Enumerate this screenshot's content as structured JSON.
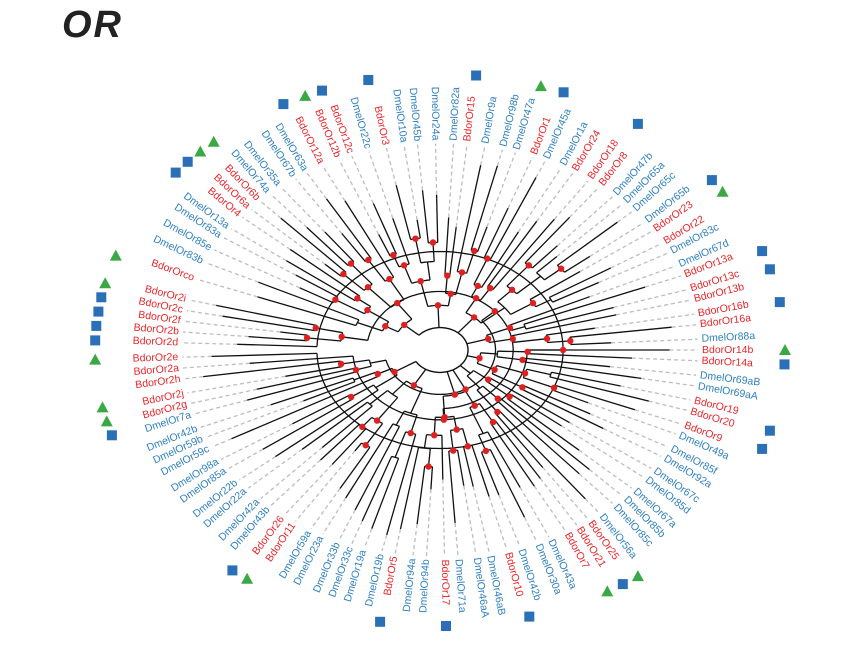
{
  "title": "OR",
  "colors": {
    "bdor": "#e8262a",
    "dmel": "#2f80c0",
    "branch": "#111111",
    "guide": "#bdbdbd",
    "node": "#e02020",
    "square": "#2b6fb6",
    "triangle": "#3aa845"
  },
  "leaves": [
    {
      "id": "BdorOrco",
      "label": "BdorOrco",
      "species": "bdor",
      "angle": 160,
      "marker": "triangle"
    },
    {
      "id": "DmelOr83b",
      "label": "DmelOr83b",
      "species": "dmel",
      "angle": 155,
      "marker": ""
    },
    {
      "id": "DmelOr85e",
      "label": "DmelOr85e",
      "species": "dmel",
      "angle": 151,
      "marker": ""
    },
    {
      "id": "DmelOr83a",
      "label": "DmelOr83a",
      "species": "dmel",
      "angle": 147,
      "marker": ""
    },
    {
      "id": "DmelOr13a",
      "label": "DmelOr13a",
      "species": "dmel",
      "angle": 144,
      "marker": ""
    },
    {
      "id": "BdorOr4",
      "label": "BdorOr4",
      "species": "bdor",
      "angle": 140,
      "marker": "square"
    },
    {
      "id": "BdorOr6a",
      "label": "BdorOr6a",
      "species": "bdor",
      "angle": 137,
      "marker": "square"
    },
    {
      "id": "BdorOr6b",
      "label": "BdorOr6b",
      "species": "bdor",
      "angle": 134,
      "marker": "triangle"
    },
    {
      "id": "DmelOr74a",
      "label": "DmelOr74a",
      "species": "dmel",
      "angle": 131,
      "marker": "triangle"
    },
    {
      "id": "DmelOr35a",
      "label": "DmelOr35a",
      "species": "dmel",
      "angle": 128,
      "marker": ""
    },
    {
      "id": "DmelOr67b",
      "label": "DmelOr67b",
      "species": "dmel",
      "angle": 124,
      "marker": ""
    },
    {
      "id": "DmelOr63a",
      "label": "DmelOr63a",
      "species": "dmel",
      "angle": 121,
      "marker": ""
    },
    {
      "id": "BdorOr12a",
      "label": "BdorOr12a",
      "species": "bdor",
      "angle": 117,
      "marker": "square"
    },
    {
      "id": "BdorOr12b",
      "label": "BdorOr12b",
      "species": "bdor",
      "angle": 113,
      "marker": "triangle"
    },
    {
      "id": "BdorOr12c",
      "label": "BdorOr12c",
      "species": "bdor",
      "angle": 110,
      "marker": "square"
    },
    {
      "id": "DmelOr22c",
      "label": "DmelOr22c",
      "species": "dmel",
      "angle": 106,
      "marker": ""
    },
    {
      "id": "BdorOr3",
      "label": "BdorOr3",
      "species": "bdor",
      "angle": 102,
      "marker": "square"
    },
    {
      "id": "DmelOr10a",
      "label": "DmelOr10a",
      "species": "dmel",
      "angle": 98,
      "marker": ""
    },
    {
      "id": "DmelOr45b",
      "label": "DmelOr45b",
      "species": "dmel",
      "angle": 95,
      "marker": ""
    },
    {
      "id": "DmelOr24a",
      "label": "DmelOr24a",
      "species": "dmel",
      "angle": 91,
      "marker": ""
    },
    {
      "id": "DmelOr82a",
      "label": "DmelOr82a",
      "species": "dmel",
      "angle": 87,
      "marker": ""
    },
    {
      "id": "BdorOr15",
      "label": "BdorOr15",
      "species": "bdor",
      "angle": 84,
      "marker": "square"
    },
    {
      "id": "DmelOr9a",
      "label": "DmelOr9a",
      "species": "dmel",
      "angle": 80,
      "marker": ""
    },
    {
      "id": "DmelOr98b",
      "label": "DmelOr98b",
      "species": "dmel",
      "angle": 76,
      "marker": ""
    },
    {
      "id": "DmelOr47a",
      "label": "DmelOr47a",
      "species": "dmel",
      "angle": 73,
      "marker": "triangle"
    },
    {
      "id": "BdorOr1",
      "label": "BdorOr1",
      "species": "bdor",
      "angle": 69,
      "marker": "square"
    },
    {
      "id": "DmelOr45a",
      "label": "DmelOr45a",
      "species": "dmel",
      "angle": 66,
      "marker": ""
    },
    {
      "id": "DmelOr1a",
      "label": "DmelOr1a",
      "species": "dmel",
      "angle": 62,
      "marker": ""
    },
    {
      "id": "BdorOr24",
      "label": "BdorOr24",
      "species": "bdor",
      "angle": 59,
      "marker": ""
    },
    {
      "id": "BdorOr18",
      "label": "BdorOr18",
      "species": "bdor",
      "angle": 55,
      "marker": "square"
    },
    {
      "id": "BdorOr8",
      "label": "BdorOr8",
      "species": "bdor",
      "angle": 52,
      "marker": ""
    },
    {
      "id": "DmelOr47b",
      "label": "DmelOr47b",
      "species": "dmel",
      "angle": 48,
      "marker": ""
    },
    {
      "id": "DmelOr65a",
      "label": "DmelOr65a",
      "species": "dmel",
      "angle": 45,
      "marker": ""
    },
    {
      "id": "DmelOr65c",
      "label": "DmelOr65c",
      "species": "dmel",
      "angle": 42,
      "marker": ""
    },
    {
      "id": "DmelOr65b",
      "label": "DmelOr65b",
      "species": "dmel",
      "angle": 38,
      "marker": "square"
    },
    {
      "id": "BdorOr23",
      "label": "BdorOr23",
      "species": "bdor",
      "angle": 35,
      "marker": "triangle"
    },
    {
      "id": "BdorOr22",
      "label": "BdorOr22",
      "species": "bdor",
      "angle": 31,
      "marker": ""
    },
    {
      "id": "DmelOr83c",
      "label": "DmelOr83c",
      "species": "dmel",
      "angle": 28,
      "marker": ""
    },
    {
      "id": "DmelOr67d",
      "label": "DmelOr67d",
      "species": "dmel",
      "angle": 24,
      "marker": ""
    },
    {
      "id": "BdorOr13a",
      "label": "BdorOr13a",
      "species": "bdor",
      "angle": 21,
      "marker": "square"
    },
    {
      "id": "BdorOr13c",
      "label": "BdorOr13c",
      "species": "bdor",
      "angle": 17,
      "marker": "square"
    },
    {
      "id": "BdorOr13b",
      "label": "BdorOr13b",
      "species": "bdor",
      "angle": 14,
      "marker": ""
    },
    {
      "id": "BdorOr16b",
      "label": "BdorOr16b",
      "species": "bdor",
      "angle": 10,
      "marker": "square"
    },
    {
      "id": "BdorOr16a",
      "label": "BdorOr16a",
      "species": "bdor",
      "angle": 7,
      "marker": ""
    },
    {
      "id": "DmelOr88a",
      "label": "DmelOr88a",
      "species": "dmel",
      "angle": 3,
      "marker": ""
    },
    {
      "id": "BdorOr14b",
      "label": "BdorOr14b",
      "species": "bdor",
      "angle": 0,
      "marker": "triangle"
    },
    {
      "id": "BdorOr14a",
      "label": "BdorOr14a",
      "species": "bdor",
      "angle": -3,
      "marker": "square"
    },
    {
      "id": "DmelOr69aB",
      "label": "DmelOr69aB",
      "species": "dmel",
      "angle": -7,
      "marker": ""
    },
    {
      "id": "DmelOr69aA",
      "label": "DmelOr69aA",
      "species": "dmel",
      "angle": -10,
      "marker": ""
    },
    {
      "id": "BdorOr19",
      "label": "BdorOr19",
      "species": "bdor",
      "angle": -14,
      "marker": ""
    },
    {
      "id": "BdorOr20",
      "label": "BdorOr20",
      "species": "bdor",
      "angle": -17,
      "marker": "square"
    },
    {
      "id": "BdorOr9",
      "label": "BdorOr9",
      "species": "bdor",
      "angle": -21,
      "marker": "square"
    },
    {
      "id": "DmelOr49a",
      "label": "DmelOr49a",
      "species": "dmel",
      "angle": -24,
      "marker": ""
    },
    {
      "id": "DmelOr85f",
      "label": "DmelOr85f",
      "species": "dmel",
      "angle": -28,
      "marker": ""
    },
    {
      "id": "DmelOr92a",
      "label": "DmelOr92a",
      "species": "dmel",
      "angle": -31,
      "marker": ""
    },
    {
      "id": "DmelOr67c",
      "label": "DmelOr67c",
      "species": "dmel",
      "angle": -35,
      "marker": ""
    },
    {
      "id": "DmelOr85d",
      "label": "DmelOr85d",
      "species": "dmel",
      "angle": -38,
      "marker": ""
    },
    {
      "id": "DmelOr67a",
      "label": "DmelOr67a",
      "species": "dmel",
      "angle": -42,
      "marker": ""
    },
    {
      "id": "DmelOr85b",
      "label": "DmelOr85b",
      "species": "dmel",
      "angle": -45,
      "marker": ""
    },
    {
      "id": "DmelOr85c",
      "label": "DmelOr85c",
      "species": "dmel",
      "angle": -48,
      "marker": ""
    },
    {
      "id": "DmelOr56a",
      "label": "DmelOr56a",
      "species": "dmel",
      "angle": -52,
      "marker": ""
    },
    {
      "id": "BdorOr25",
      "label": "BdorOr25",
      "species": "bdor",
      "angle": -55,
      "marker": "triangle"
    },
    {
      "id": "BdorOr21",
      "label": "BdorOr21",
      "species": "bdor",
      "angle": -58,
      "marker": "square"
    },
    {
      "id": "BdorOr7",
      "label": "BdorOr7",
      "species": "bdor",
      "angle": -61,
      "marker": "triangle"
    },
    {
      "id": "DmelOr43a",
      "label": "DmelOr43a",
      "species": "dmel",
      "angle": -65,
      "marker": ""
    },
    {
      "id": "DmelOr30a",
      "label": "DmelOr30a",
      "species": "dmel",
      "angle": -68,
      "marker": ""
    },
    {
      "id": "DmelOr42b",
      "label": "DmelOr42b",
      "species": "dmel",
      "angle": -72,
      "marker": ""
    },
    {
      "id": "BdorOr10",
      "label": "BdorOr10",
      "species": "bdor",
      "angle": -75,
      "marker": "square"
    },
    {
      "id": "DmelOr46aB",
      "label": "DmelOr46aB",
      "species": "dmel",
      "angle": -79,
      "marker": ""
    },
    {
      "id": "DmelOr46aA",
      "label": "DmelOr46aA",
      "species": "dmel",
      "angle": -82,
      "marker": ""
    },
    {
      "id": "DmelOr71a",
      "label": "DmelOr71a",
      "species": "dmel",
      "angle": -86,
      "marker": ""
    },
    {
      "id": "BdorOr17",
      "label": "BdorOr17",
      "species": "bdor",
      "angle": -89,
      "marker": "square"
    },
    {
      "id": "DmelOr94b",
      "label": "DmelOr94b",
      "species": "dmel",
      "angle": -93,
      "marker": ""
    },
    {
      "id": "DmelOr94a",
      "label": "DmelOr94a",
      "species": "dmel",
      "angle": -96,
      "marker": ""
    },
    {
      "id": "BdorOr5",
      "label": "BdorOr5",
      "species": "bdor",
      "angle": -100,
      "marker": "square"
    },
    {
      "id": "DmelOr19b",
      "label": "DmelOr19b",
      "species": "dmel",
      "angle": -103,
      "marker": ""
    },
    {
      "id": "DmelOr19a",
      "label": "DmelOr19a",
      "species": "dmel",
      "angle": -107,
      "marker": ""
    },
    {
      "id": "DmelOr33c",
      "label": "DmelOr33c",
      "species": "dmel",
      "angle": -110,
      "marker": ""
    },
    {
      "id": "DmelOr33b",
      "label": "DmelOr33b",
      "species": "dmel",
      "angle": -113,
      "marker": ""
    },
    {
      "id": "DmelOr23a",
      "label": "DmelOr23a",
      "species": "dmel",
      "angle": -117,
      "marker": ""
    },
    {
      "id": "DmelOr59a",
      "label": "DmelOr59a",
      "species": "dmel",
      "angle": -120,
      "marker": ""
    },
    {
      "id": "BdorOr11",
      "label": "BdorOr11",
      "species": "bdor",
      "angle": -124,
      "marker": "triangle"
    },
    {
      "id": "BdorOr26",
      "label": "BdorOr26",
      "species": "bdor",
      "angle": -127,
      "marker": "square"
    },
    {
      "id": "DmelOr43b",
      "label": "DmelOr43b",
      "species": "dmel",
      "angle": -131,
      "marker": ""
    },
    {
      "id": "DmelOr42a",
      "label": "DmelOr42a",
      "species": "dmel",
      "angle": -134,
      "marker": ""
    },
    {
      "id": "DmelOr22a",
      "label": "DmelOr22a",
      "species": "dmel",
      "angle": -138,
      "marker": ""
    },
    {
      "id": "DmelOr22b",
      "label": "DmelOr22b",
      "species": "dmel",
      "angle": -141,
      "marker": ""
    },
    {
      "id": "DmelOr85a",
      "label": "DmelOr85a",
      "species": "dmel",
      "angle": -145,
      "marker": ""
    },
    {
      "id": "DmelOr98a",
      "label": "DmelOr98a",
      "species": "dmel",
      "angle": -148,
      "marker": ""
    },
    {
      "id": "DmelOr59c",
      "label": "DmelOr59c",
      "species": "dmel",
      "angle": -152,
      "marker": ""
    },
    {
      "id": "DmelOr59b",
      "label": "DmelOr59b",
      "species": "dmel",
      "angle": -155,
      "marker": ""
    },
    {
      "id": "DmelOr42b2",
      "label": "DmelOr42b",
      "species": "dmel",
      "angle": -158,
      "marker": ""
    },
    {
      "id": "DmelOr7a",
      "label": "DmelOr7a",
      "species": "dmel",
      "angle": -162,
      "marker": "square"
    },
    {
      "id": "BdorOr2g",
      "label": "BdorOr2g",
      "species": "bdor",
      "angle": -165,
      "marker": "triangle"
    },
    {
      "id": "BdorOr2j",
      "label": "BdorOr2j",
      "species": "bdor",
      "angle": -168,
      "marker": "triangle"
    },
    {
      "id": "BdorOr2h",
      "label": "BdorOr2h",
      "species": "bdor",
      "angle": -172,
      "marker": ""
    },
    {
      "id": "BdorOr2a",
      "label": "BdorOr2a",
      "species": "bdor",
      "angle": -175,
      "marker": ""
    },
    {
      "id": "BdorOr2e",
      "label": "BdorOr2e",
      "species": "bdor",
      "angle": -178,
      "marker": "triangle"
    },
    {
      "id": "BdorOr2d",
      "label": "BdorOr2d",
      "species": "bdor",
      "angle": 178,
      "marker": "square"
    },
    {
      "id": "BdorOr2b",
      "label": "BdorOr2b",
      "species": "bdor",
      "angle": 175,
      "marker": "square"
    },
    {
      "id": "BdorOr2f",
      "label": "BdorOr2f",
      "species": "bdor",
      "angle": 172,
      "marker": "square"
    },
    {
      "id": "BdorOr2c",
      "label": "BdorOr2c",
      "species": "bdor",
      "angle": 169,
      "marker": "square"
    },
    {
      "id": "BdorOr2i",
      "label": "BdorOr2i",
      "species": "bdor",
      "angle": 166,
      "marker": "triangle"
    }
  ]
}
